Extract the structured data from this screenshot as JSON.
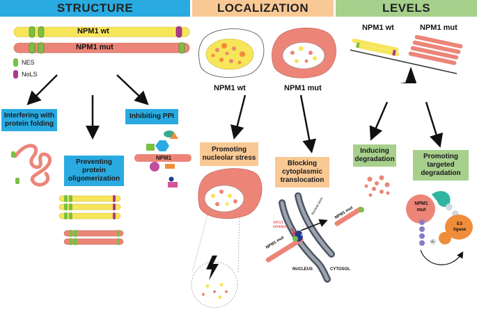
{
  "sections": {
    "structure": {
      "title": "STRUCTURE",
      "color": "#29abe2"
    },
    "localization": {
      "title": "LOCALIZATION",
      "color": "#f9c995"
    },
    "levels": {
      "title": "LEVELS",
      "color": "#a8d08d"
    }
  },
  "structure": {
    "bar_wt_label": "NPM1 wt",
    "bar_mut_label": "NPM1 mut",
    "legend": {
      "nes": "NES",
      "nols": "NoLS"
    },
    "box_folding": "Interfering with protein folding",
    "box_oligomer": "Preventing protein oligomerization",
    "box_ppi": "Inhibiting PPI",
    "ppi_npm1_label": "NPM1"
  },
  "localization": {
    "cell_wt_label": "NPM1 wt",
    "cell_mut_label": "NPM1 mut",
    "box_nucleolar": "Promoting nucleolar stress",
    "box_blocking": "Blocking cytoplasmic translocation",
    "npm1_mut_left": "NPM1 mut",
    "npm1_mut_right": "NPM1 mut",
    "xpo1_inhibitors": "XPO1 inhibitors",
    "xpo1": "XPO1",
    "nuclear_pore": "Nuclear pore",
    "nucleus": "NUCLEUS",
    "cytosol": "CYTOSOL"
  },
  "levels": {
    "wt_label": "NPM1 wt",
    "mut_label": "NPM1 mut",
    "box_inducing": "Inducing degradation",
    "box_targeted": "Promoting targeted degradation",
    "npm1_mut_circle": "NPM1 mut",
    "e3_ligase": "E3 ligase",
    "ub": "Ub"
  },
  "colors": {
    "wt_yellow": "#f7e55a",
    "mut_salmon": "#ec8578",
    "nes_green": "#7bc043",
    "nols_magenta": "#b0388c"
  }
}
